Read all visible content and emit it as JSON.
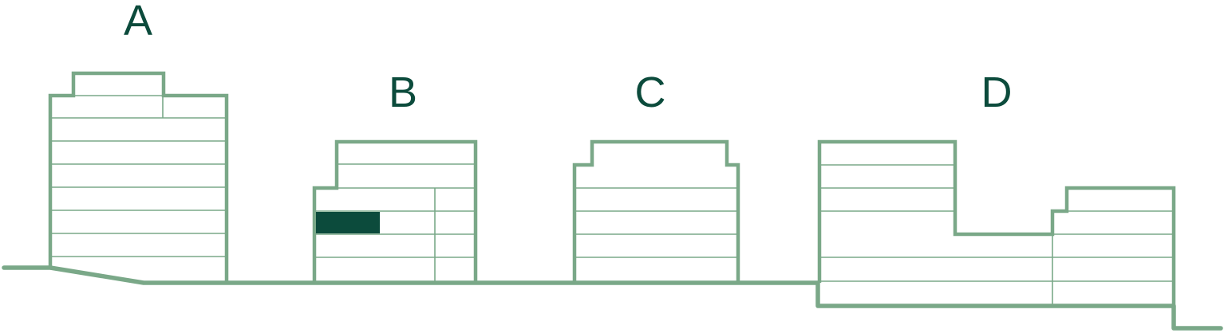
{
  "colors": {
    "outline": "#7aa888",
    "accent": "#0c4b3c",
    "label": "#0c4b3c",
    "background": "#ffffff"
  },
  "buildings": {
    "a": {
      "label": "A"
    },
    "b": {
      "label": "B",
      "highlighted_unit": true
    },
    "c": {
      "label": "C"
    },
    "d": {
      "label": "D"
    }
  }
}
